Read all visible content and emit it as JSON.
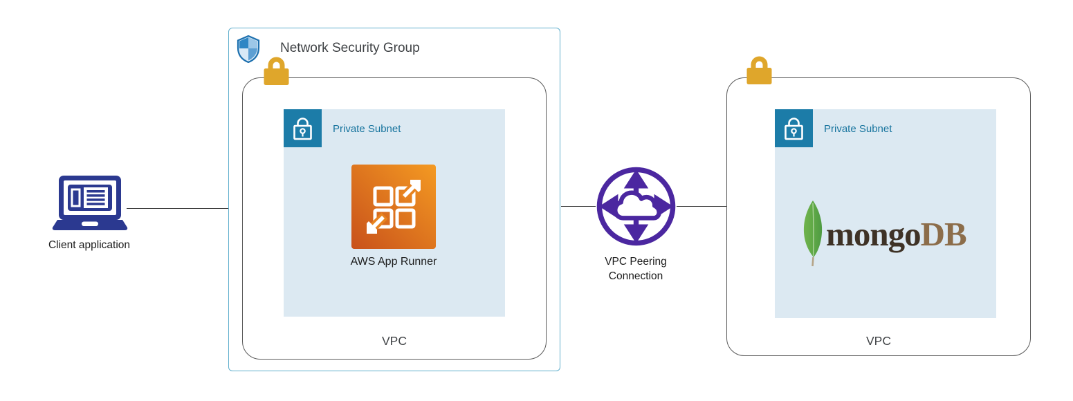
{
  "client": {
    "label": "Client application",
    "icon": "laptop-icon"
  },
  "network_security_group": {
    "title": "Network Security Group",
    "icon": "shield-icon",
    "lock_icon": "padlock-icon"
  },
  "left_vpc": {
    "label": "VPC",
    "subnet": {
      "label": "Private Subnet",
      "icon": "subnet-lock-icon"
    },
    "service": {
      "label": "AWS App Runner",
      "icon": "aws-app-runner-icon"
    }
  },
  "peering": {
    "label_line1": "VPC Peering",
    "label_line2": "Connection",
    "icon": "vpc-peering-icon"
  },
  "right_vpc": {
    "label": "VPC",
    "lock_icon": "padlock-icon",
    "subnet": {
      "label": "Private Subnet",
      "icon": "subnet-lock-icon"
    },
    "database": {
      "brand_dark": "mongo",
      "brand_light": "DB",
      "icon": "mongodb-leaf-icon"
    }
  },
  "colors": {
    "nsg_border": "#5FAECC",
    "vpc_border": "#595959",
    "subnet_bg": "#DCE9F2",
    "subnet_accent": "#17749E",
    "app_runner_gradient_start": "#C8511B",
    "app_runner_gradient_end": "#F49A22",
    "peering_purple": "#4B27A0",
    "lock_gold": "#DFA62B",
    "client_navy": "#2B3990",
    "mongo_green_light": "#6FB34C",
    "mongo_green_dark": "#4E9B42",
    "mongo_text_dark": "#3E3226",
    "mongo_text_tan": "#8C6D4A",
    "connector": "#333333"
  }
}
